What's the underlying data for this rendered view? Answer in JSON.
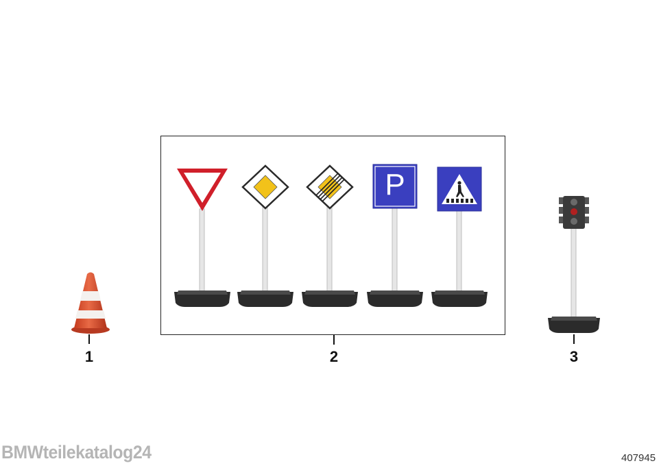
{
  "callouts": [
    {
      "number": "1",
      "part": "traffic-cone"
    },
    {
      "number": "2",
      "part": "traffic-sign-set"
    },
    {
      "number": "3",
      "part": "traffic-light"
    }
  ],
  "signs": {
    "parking_letter": "P"
  },
  "colors": {
    "cone_red": "#d9502e",
    "yield_red": "#d01f2a",
    "priority_yellow": "#f2c21a",
    "sign_blue": "#3a3fbf",
    "base_dark": "#2b2b2b"
  },
  "watermark": "BMWteilekatalog24",
  "diagram_id": "407945"
}
